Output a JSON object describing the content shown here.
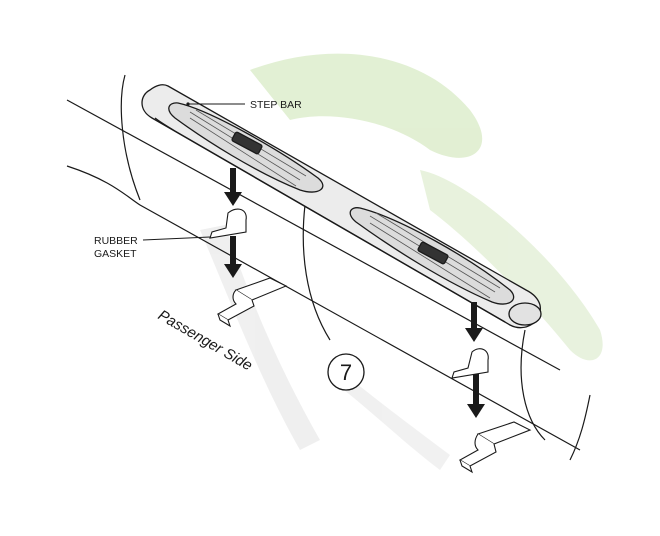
{
  "labels": {
    "step_bar": "STEP BAR",
    "rubber_gasket_line1": "RUBBER",
    "rubber_gasket_line2": "GASKET",
    "side": "Passenger Side",
    "step_number": "7"
  },
  "colors": {
    "line": "#1a1a1a",
    "bar_fill": "#ececec",
    "watermark_green": "#dfeecf",
    "watermark_gray": "#eeeeee"
  },
  "icons": {
    "arrow": "down-arrow-icon",
    "logo": "brand-logo"
  }
}
